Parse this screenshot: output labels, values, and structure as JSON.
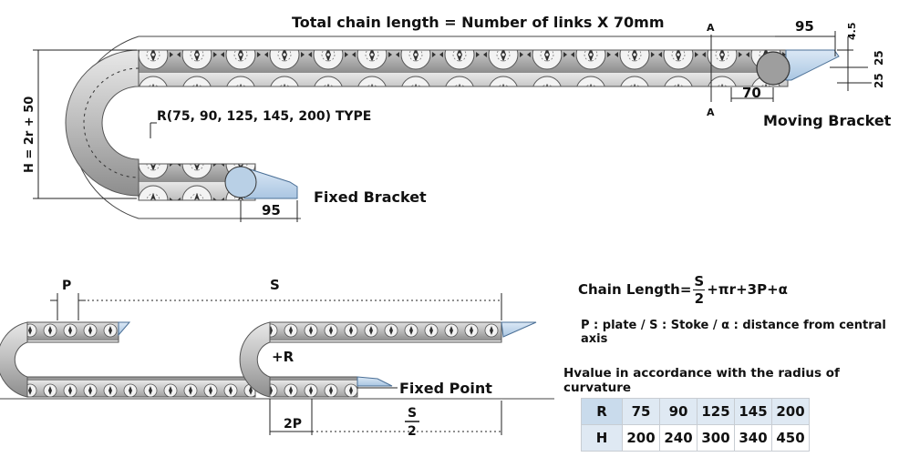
{
  "top": {
    "title": "Total chain length = Number of links X 70mm",
    "section_mark": "A",
    "dim_95_top": "95",
    "dim_4_5": "4.5",
    "dim_25_a": "25",
    "dim_25_b": "25",
    "dim_70": "70",
    "moving_bracket": "Moving Bracket",
    "radius_type": "R(75, 90, 125, 145, 200) TYPE",
    "h_label": "H = 2r + 50",
    "fixed_bracket": "Fixed Bracket",
    "dim_95_bottom": "95"
  },
  "bottom": {
    "p_label": "P",
    "s_label": "S",
    "plus_r": "+R",
    "fixed_point": "Fixed Point",
    "two_p": "2P",
    "s_num": "S",
    "s_den": "2"
  },
  "formula": {
    "prefix": "Chain Length=",
    "num": "S",
    "den": "2",
    "suffix": "+πr+3P+α"
  },
  "legend": "P : plate / S : Stoke / α : distance from central axis",
  "hvalue": {
    "title": "Hvalue in accordance with the radius of curvature",
    "rows": [
      {
        "head": "R",
        "values": [
          "75",
          "90",
          "125",
          "145",
          "200"
        ]
      },
      {
        "head": "H",
        "values": [
          "200",
          "240",
          "300",
          "340",
          "450"
        ]
      }
    ]
  }
}
